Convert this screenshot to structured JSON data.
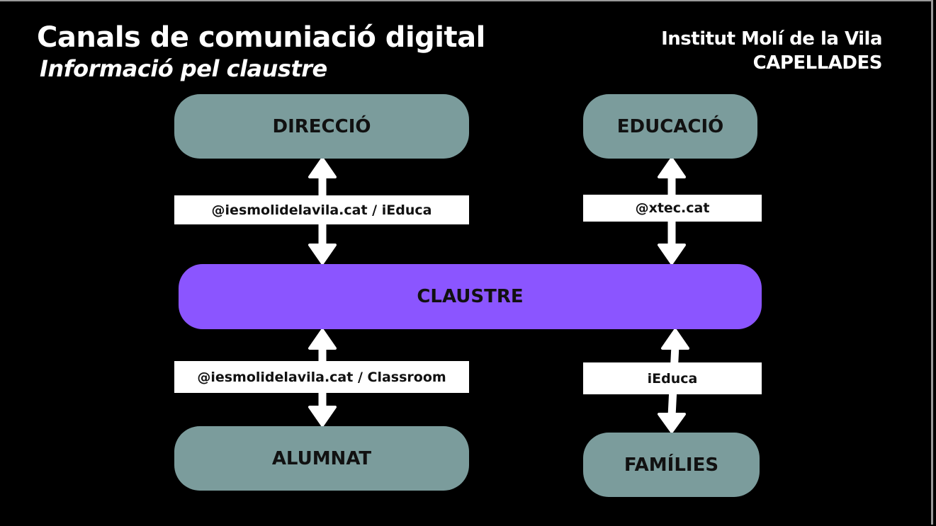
{
  "header": {
    "title": "Canals de comuniació digital",
    "subtitle": "Informació pel claustre",
    "institution": "Institut Molí de la Vila",
    "town": "CAPELLADES"
  },
  "nodes": {
    "direccio": "DIRECCIÓ",
    "educacio": "EDUCACIÓ",
    "claustre": "CLAUSTRE",
    "alumnat": "ALUMNAT",
    "families": "FAMÍLIES"
  },
  "channels": {
    "direccio_claustre": "@iesmolidelavila.cat / iEduca",
    "educacio_claustre": "@xtec.cat",
    "claustre_alumnat": "@iesmolidelavila.cat / Classroom",
    "claustre_families": "iEduca"
  },
  "colors": {
    "node": "#7b9c9c",
    "center": "#8b55ff",
    "arrow": "#ffffff"
  }
}
